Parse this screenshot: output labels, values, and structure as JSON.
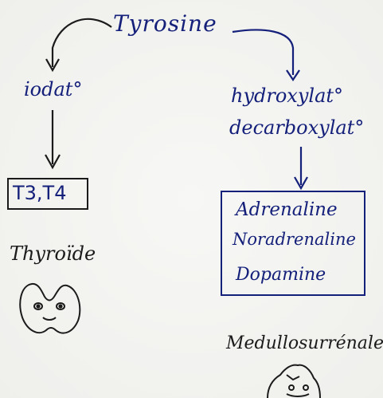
{
  "diagram": {
    "root": "Tyrosine",
    "left_branch": {
      "process": "iodat°",
      "products": "T3,T4",
      "organ": "Thyroïde",
      "icon": "thyroid-drawing"
    },
    "right_branch": {
      "process_1": "hydroxylat°",
      "process_2": "decarboxylat°",
      "products": [
        "Adrenaline",
        "Noradrenaline",
        "Dopamine"
      ],
      "organ": "Medullosurrénale",
      "icon": "adrenal-gland-drawing"
    },
    "colors": {
      "blue_ink": "#14207a",
      "black_ink": "#1b1b1b"
    }
  }
}
